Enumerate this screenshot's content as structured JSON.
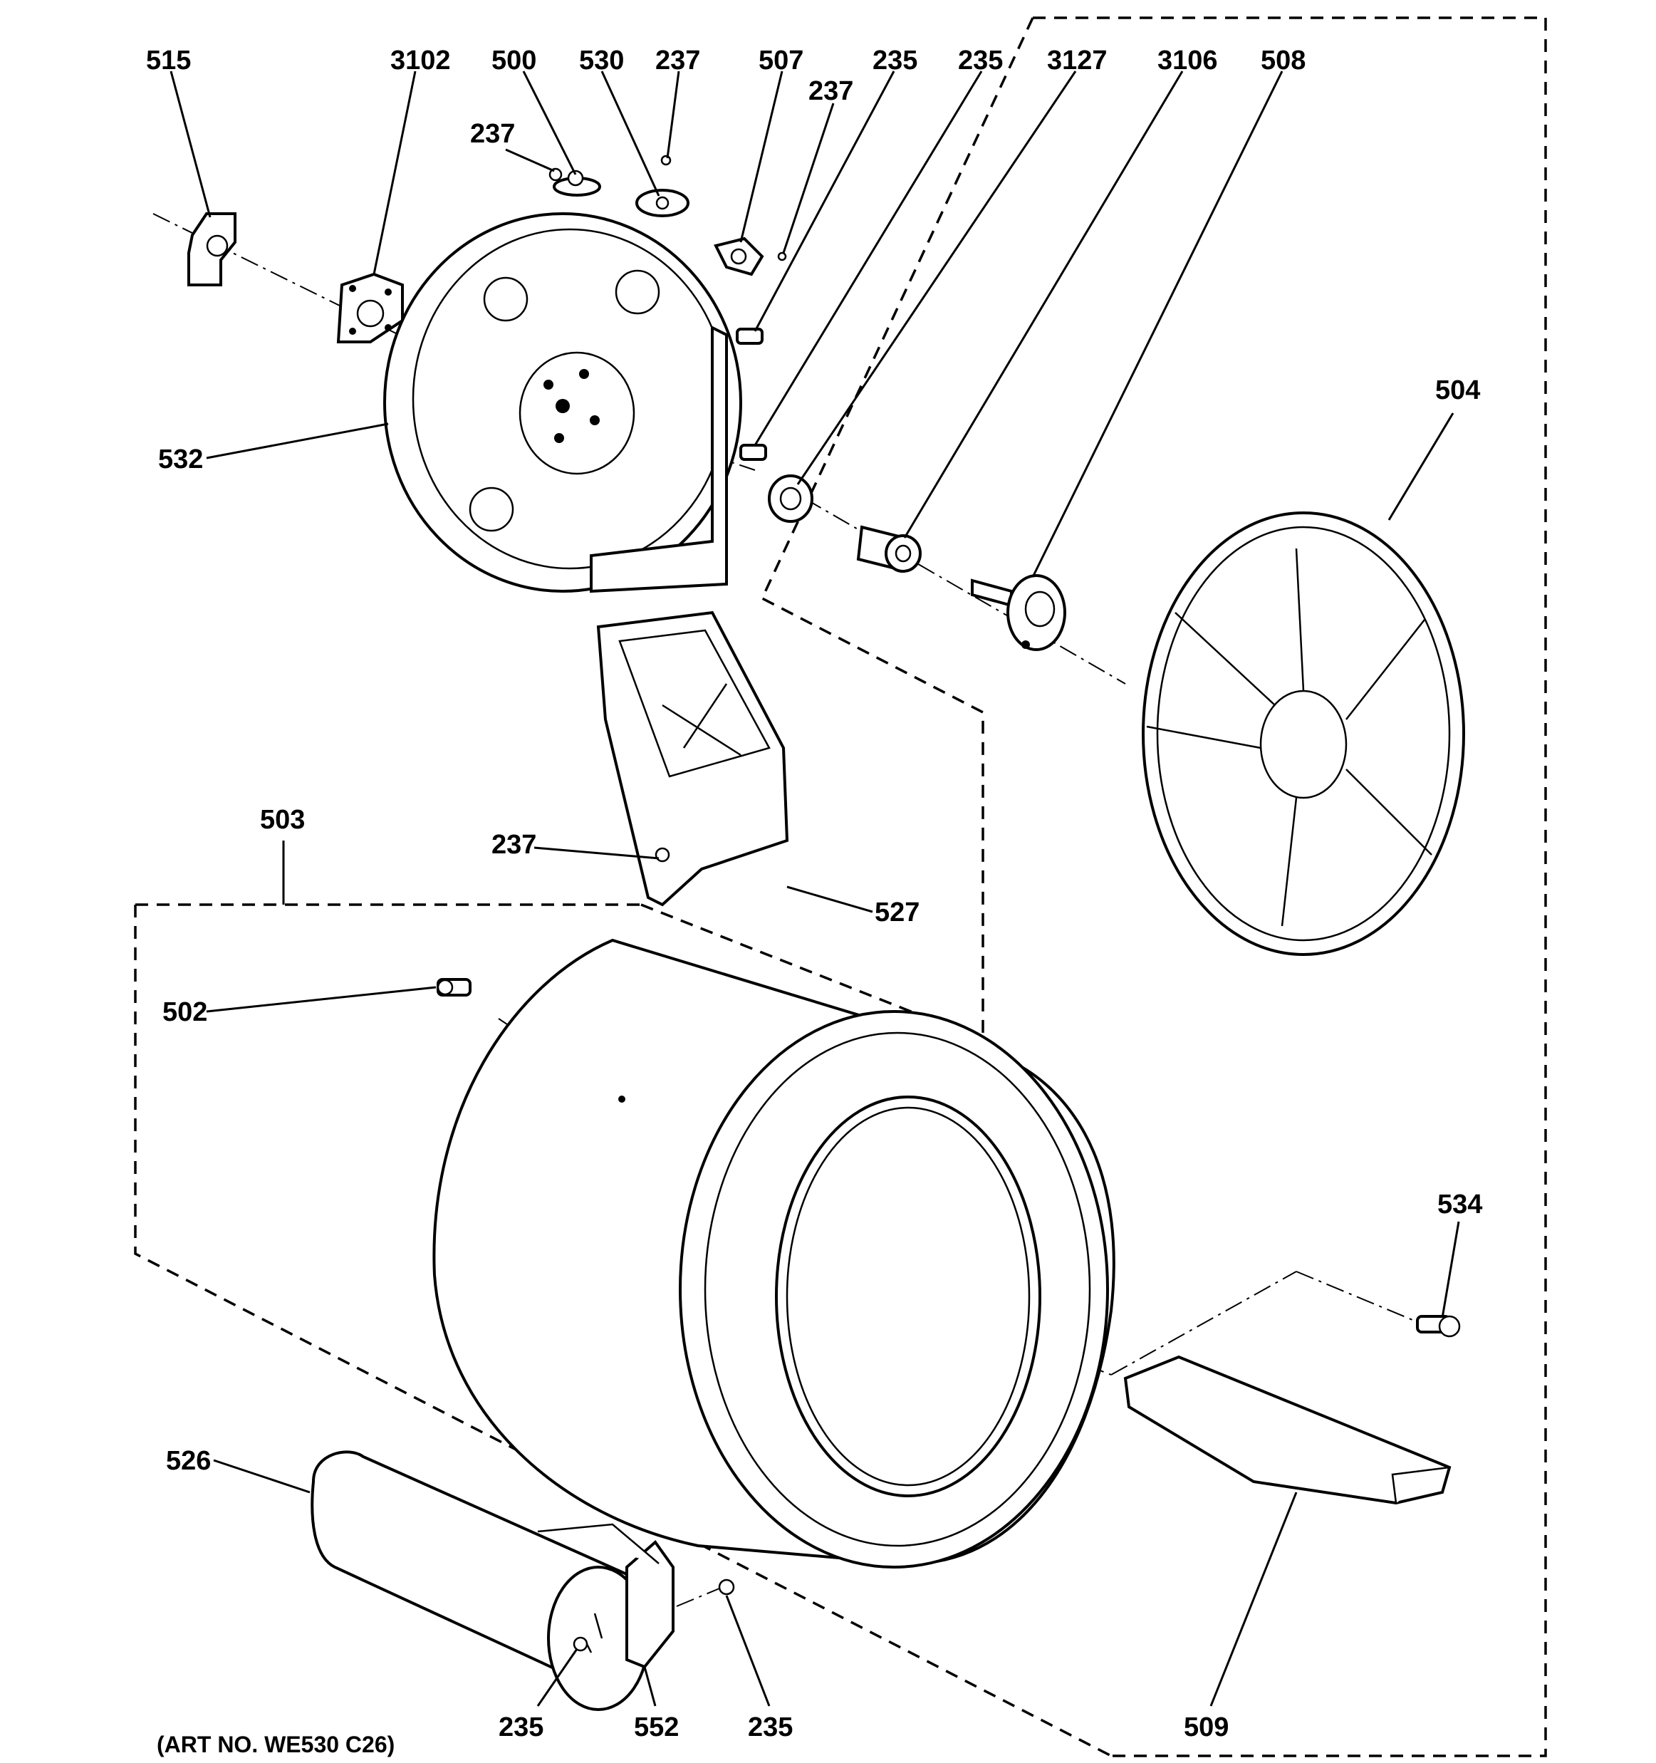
{
  "callouts": [
    {
      "id": "c515",
      "text": "515"
    },
    {
      "id": "c3102",
      "text": "3102"
    },
    {
      "id": "c500",
      "text": "500"
    },
    {
      "id": "c530",
      "text": "530"
    },
    {
      "id": "c237a",
      "text": "237"
    },
    {
      "id": "c507",
      "text": "507"
    },
    {
      "id": "c235a",
      "text": "235"
    },
    {
      "id": "c235b",
      "text": "235"
    },
    {
      "id": "c3127",
      "text": "3127"
    },
    {
      "id": "c3106",
      "text": "3106"
    },
    {
      "id": "c508",
      "text": "508"
    },
    {
      "id": "c237b",
      "text": "237"
    },
    {
      "id": "c237c",
      "text": "237"
    },
    {
      "id": "c504",
      "text": "504"
    },
    {
      "id": "c532",
      "text": "532"
    },
    {
      "id": "c503",
      "text": "503"
    },
    {
      "id": "c237d",
      "text": "237"
    },
    {
      "id": "c527",
      "text": "527"
    },
    {
      "id": "c502",
      "text": "502"
    },
    {
      "id": "c534",
      "text": "534"
    },
    {
      "id": "c526",
      "text": "526"
    },
    {
      "id": "c235c",
      "text": "235"
    },
    {
      "id": "c552",
      "text": "552"
    },
    {
      "id": "c235d",
      "text": "235"
    },
    {
      "id": "c509",
      "text": "509"
    }
  ],
  "art_number": "(ART NO. WE530 C26)"
}
